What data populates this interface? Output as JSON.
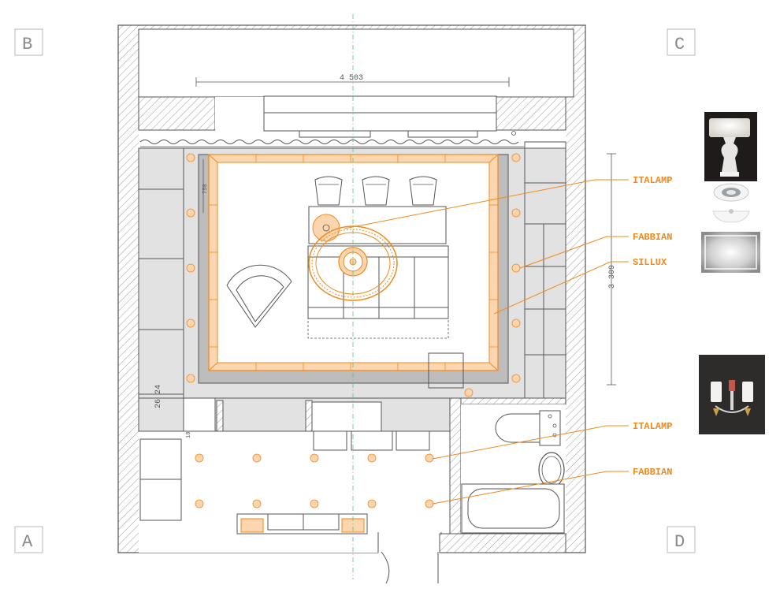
{
  "corners": {
    "top_left": "B",
    "top_right": "C",
    "bottom_left": "A",
    "bottom_right": "D"
  },
  "dimensions": {
    "width": "4 503",
    "height": "3 309",
    "sofa_depth": "750",
    "wall_a": "26",
    "wall_b": "24",
    "wall_c": "10"
  },
  "callouts": [
    {
      "label": "ITALAMP"
    },
    {
      "label": "FABBIAN"
    },
    {
      "label": "SILLUX"
    },
    {
      "label": "ITALAMP"
    },
    {
      "label": "FABBIAN"
    }
  ],
  "colors": {
    "accent": "#f08a1c",
    "accent_fill": "#fbd6b0",
    "furniture_gray": "#e2e2e2",
    "wall_line": "#555555",
    "axis": "#4fc27a"
  },
  "product_images": [
    "table-lamp-photo",
    "spotlight-photo",
    "ceiling-dome-photo",
    "led-strip-photo",
    "wall-sconce-photo"
  ]
}
